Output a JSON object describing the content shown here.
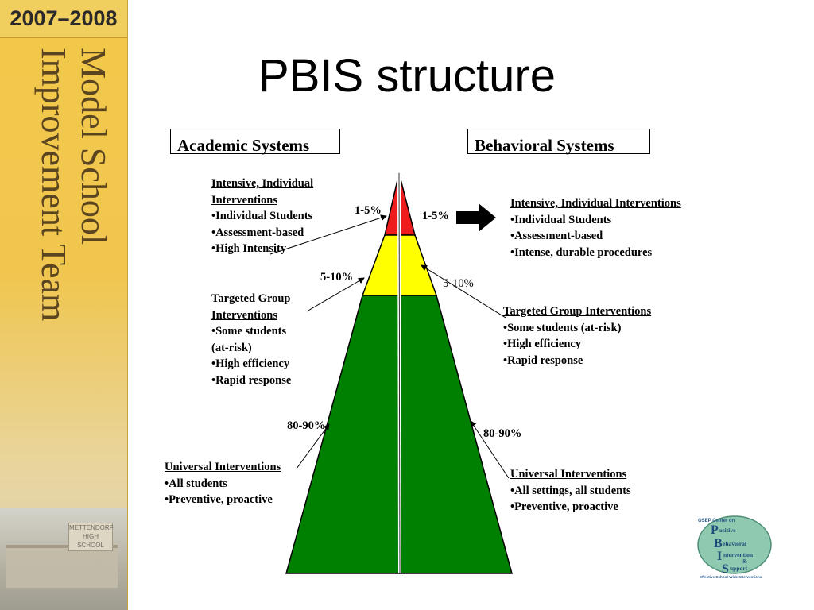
{
  "banner": {
    "year": "2007–2008",
    "line1": "Model School",
    "line2": "Improvement Team",
    "sign_text": "METTENDORF HIGH SCHOOL"
  },
  "title": "PBIS structure",
  "systems": {
    "academic": "Academic Systems",
    "behavioral": "Behavioral Systems"
  },
  "academic": {
    "intensive": {
      "heading_1": "Intensive, Individual",
      "heading_2": "Interventions",
      "items": [
        "•Individual Students",
        "•Assessment-based",
        "•High Intensity"
      ]
    },
    "targeted": {
      "heading_1": "Targeted Group",
      "heading_2": "Interventions",
      "items": [
        "•Some students",
        "(at-risk)",
        "•High efficiency",
        "•Rapid response"
      ]
    },
    "universal": {
      "heading": "Universal Interventions",
      "items": [
        "•All students",
        "•Preventive,  proactive"
      ]
    },
    "pct_top": "1-5%",
    "pct_mid": "5-10%",
    "pct_base": "80-90%"
  },
  "behavioral": {
    "intensive": {
      "heading": "Intensive, Individual Interventions",
      "items": [
        "•Individual Students",
        "•Assessment-based",
        "•Intense, durable procedures"
      ]
    },
    "targeted": {
      "heading": "Targeted Group Interventions",
      "items": [
        "•Some students (at-risk)",
        "•High efficiency",
        "•Rapid response"
      ]
    },
    "universal": {
      "heading": "Universal Interventions",
      "items": [
        "•All settings, all students",
        "•Preventive,  proactive"
      ]
    },
    "pct_top": "1-5%",
    "pct_mid": "5-10%",
    "pct_base": "80-90%"
  },
  "tier_colors": {
    "top": "#ee1c1c",
    "middle": "#ffff00",
    "base": "#008000"
  },
  "logo": {
    "top": "OSEP Center on",
    "letters": [
      "P",
      "B",
      "I",
      "S"
    ],
    "words": [
      "ositive",
      "ehavioral",
      "ntervention",
      "upport"
    ],
    "amp": "&",
    "bottom": "Effective School-Wide Interventions"
  }
}
